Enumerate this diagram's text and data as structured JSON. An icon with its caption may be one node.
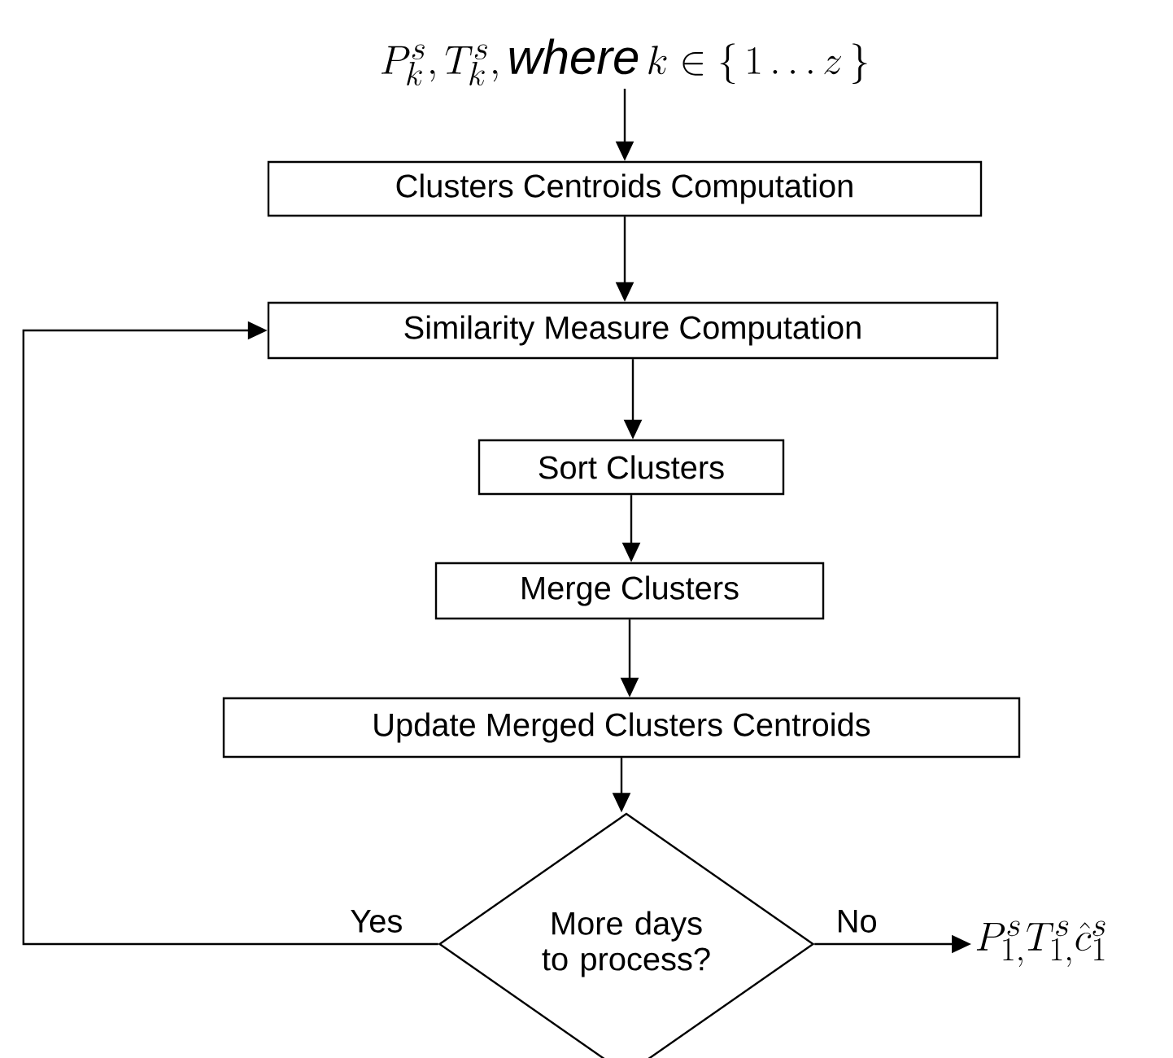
{
  "diagram": {
    "nodes": [
      {
        "text": [
          "P^{s}_{k}, T^{s}_{k}, \\mathit{where}\\, k \\in \\{\\, 1 \\dots z \\,\\}"
        ]
      },
      {
        "text": [
          "Clusters Centroids Computation"
        ]
      },
      {
        "text": [
          "Similarity Measure Computation"
        ]
      },
      {
        "text": [
          "Sort Clusters"
        ]
      },
      {
        "text": [
          "Merge Clusters"
        ]
      },
      {
        "text": [
          "Update Merged Clusters Centroids"
        ]
      },
      {
        "text": [
          "More days to process?"
        ]
      },
      {
        "text": [
          "P^{s}_{1,} T^{s}_{1,} \\hat{c}^{s}_{1}"
        ]
      }
    ],
    "edges": [
      {
        "from": 0,
        "to": 1,
        "arrow": "to"
      },
      {
        "from": 1,
        "to": 2,
        "arrow": "to"
      },
      {
        "from": 2,
        "to": 3,
        "arrow": "to"
      },
      {
        "from": 3,
        "to": 4,
        "arrow": "to"
      },
      {
        "from": 4,
        "to": 5,
        "arrow": "to"
      },
      {
        "from": 5,
        "to": 6,
        "arrow": "to"
      },
      {
        "from": 6,
        "to": 2,
        "arrow": "to",
        "label": "Yes"
      },
      {
        "from": 6,
        "to": 7,
        "arrow": "to",
        "label": "No"
      }
    ]
  }
}
